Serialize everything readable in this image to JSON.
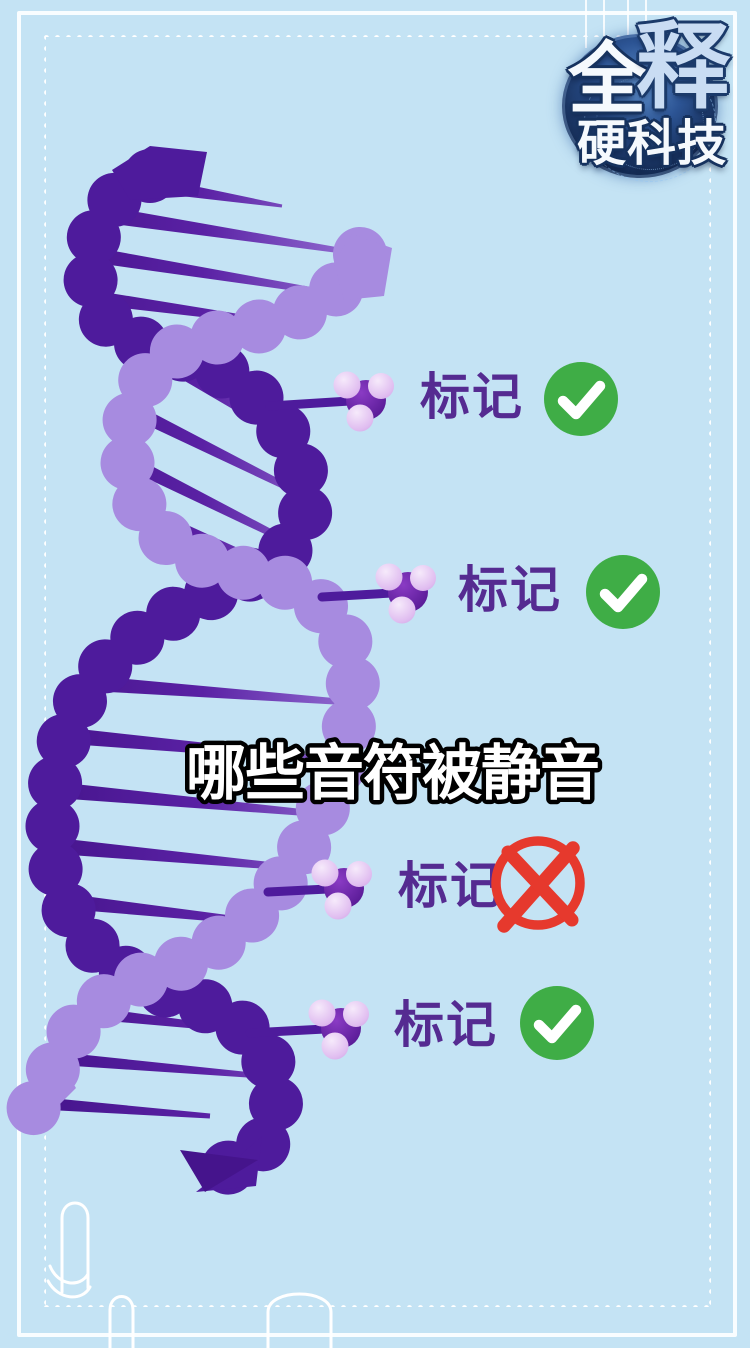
{
  "page": {
    "background": "#C4E3F4",
    "theme": "science explainer poster"
  },
  "logo": {
    "char_top_left": "全",
    "char_top_right": "释",
    "bottom_text": "硬科技"
  },
  "title": "哪些音符被静音",
  "annotations": [
    {
      "label": "标记",
      "mark": "check"
    },
    {
      "label": "标记",
      "mark": "check"
    },
    {
      "label": "标记",
      "mark": "cross"
    },
    {
      "label": "标记",
      "mark": "check"
    }
  ],
  "icons": {
    "check": "check-icon",
    "cross": "cross-icon",
    "molecule": "methyl-tag-molecule-icon",
    "dna": "dna-double-helix-illustration"
  },
  "colors": {
    "background_blue": "#C4E3F4",
    "dna_dark_purple": "#4E1B9C",
    "dna_light_purple": "#A78BE0",
    "label_purple": "#552B91",
    "check_green": "#3FAD46",
    "cross_red": "#E6392D",
    "title_fill": "#FFFFFF",
    "title_outline": "#000000",
    "badge_navy": "#152C55"
  }
}
